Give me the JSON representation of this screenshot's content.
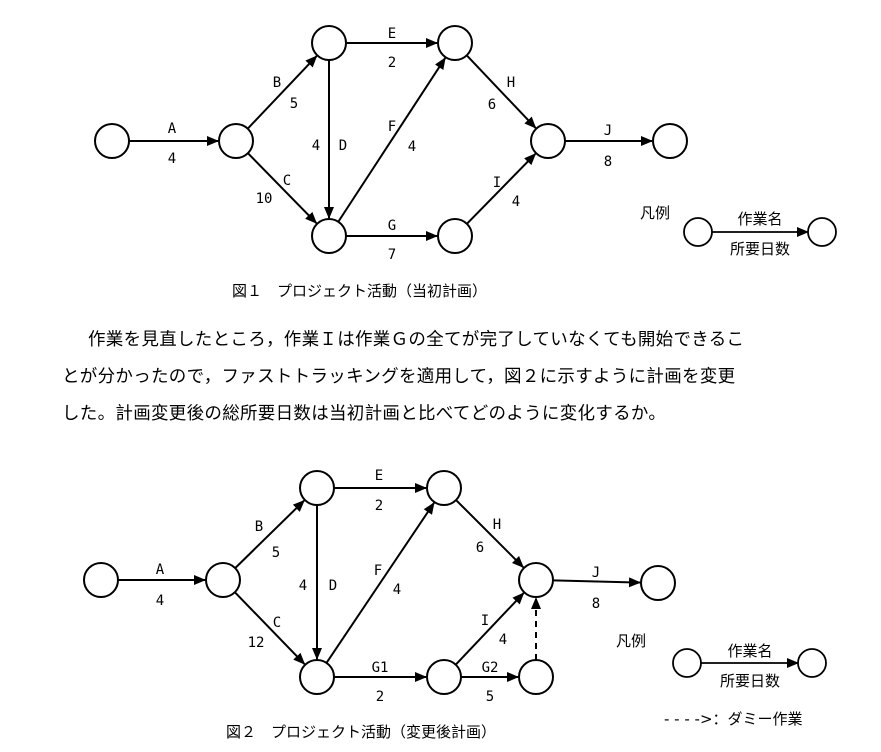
{
  "fig1": {
    "caption": "図１　プロジェクト活動（当初計画）",
    "activities": [
      {
        "from": "n1",
        "to": "n2",
        "name": "A",
        "days": "4"
      },
      {
        "from": "n2",
        "to": "n3",
        "name": "B",
        "days": "5"
      },
      {
        "from": "n2",
        "to": "n4",
        "name": "C",
        "days": "10"
      },
      {
        "from": "n3",
        "to": "n4",
        "name": "D",
        "days": "4"
      },
      {
        "from": "n3",
        "to": "n5",
        "name": "E",
        "days": "2"
      },
      {
        "from": "n4",
        "to": "n5",
        "name": "F",
        "days": "4"
      },
      {
        "from": "n4",
        "to": "n6",
        "name": "G",
        "days": "7"
      },
      {
        "from": "n5",
        "to": "n7",
        "name": "H",
        "days": "6"
      },
      {
        "from": "n6",
        "to": "n7",
        "name": "I",
        "days": "4"
      },
      {
        "from": "n7",
        "to": "n8",
        "name": "J",
        "days": "8"
      }
    ],
    "legend": {
      "title": "凡例",
      "name_label": "作業名",
      "days_label": "所要日数"
    }
  },
  "fig2": {
    "caption": "図２　プロジェクト活動（変更後計画）",
    "activities": [
      {
        "from": "n1",
        "to": "n2",
        "name": "A",
        "days": "4"
      },
      {
        "from": "n2",
        "to": "n3",
        "name": "B",
        "days": "5"
      },
      {
        "from": "n2",
        "to": "n4",
        "name": "C",
        "days": "12"
      },
      {
        "from": "n3",
        "to": "n4",
        "name": "D",
        "days": "4"
      },
      {
        "from": "n3",
        "to": "n5",
        "name": "E",
        "days": "2"
      },
      {
        "from": "n4",
        "to": "n5",
        "name": "F",
        "days": "4"
      },
      {
        "from": "n5",
        "to": "n7",
        "name": "H",
        "days": "6"
      },
      {
        "from": "n4",
        "to": "n6",
        "name": "G1",
        "days": "2"
      },
      {
        "from": "n6",
        "to": "n9",
        "name": "G2",
        "days": "5"
      },
      {
        "from": "n6",
        "to": "n7",
        "name": "I",
        "days": "4"
      },
      {
        "from": "n9",
        "to": "n7",
        "name": "",
        "days": "",
        "dummy": true
      },
      {
        "from": "n7",
        "to": "n8",
        "name": "J",
        "days": "8"
      }
    ],
    "legend": {
      "title": "凡例",
      "name_label": "作業名",
      "days_label": "所要日数",
      "dummy_label": "- - - ->：ダミー作業"
    }
  },
  "question": {
    "lines": [
      "作業を見直したところ，作業Ｉは作業Ｇの全てが完了していなくても開始できるこ",
      "とが分かったので，ファストトラッキングを適用して，図２に示すように計画を変更",
      "した。計画変更後の総所要日数は当初計画と比べてどのように変化するか。"
    ]
  }
}
